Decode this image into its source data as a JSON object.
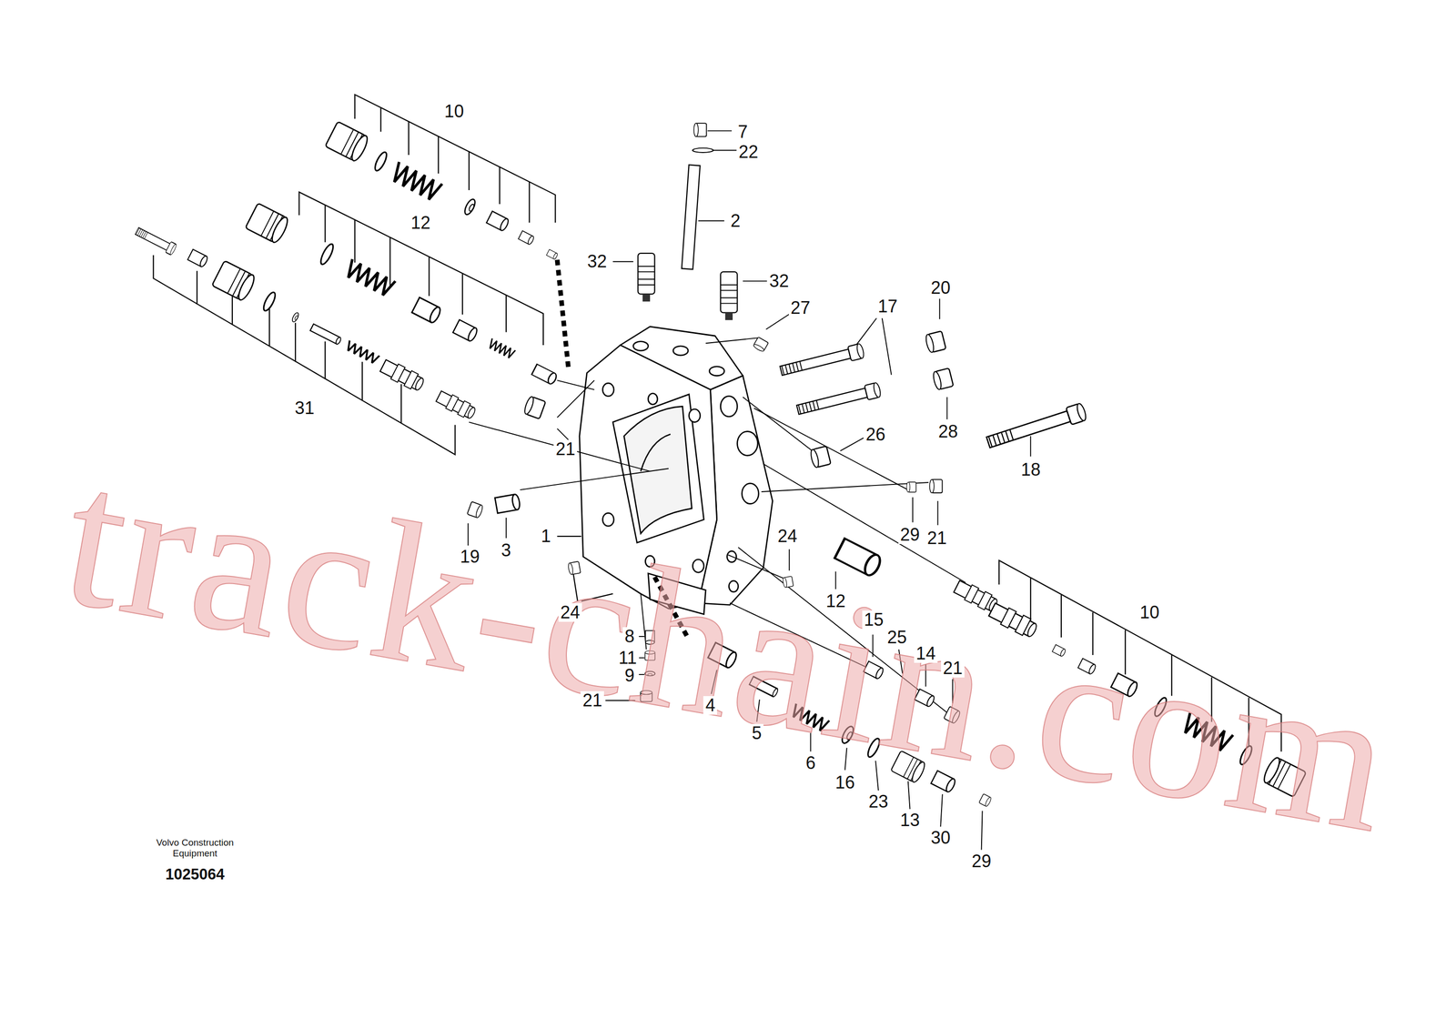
{
  "diagram": {
    "labels": [
      "10",
      "7",
      "22",
      "12",
      "2",
      "32",
      "32",
      "27",
      "17",
      "20",
      "31",
      "21",
      "26",
      "28",
      "18",
      "19",
      "3",
      "1",
      "29",
      "21",
      "24",
      "12",
      "10",
      "24",
      "8",
      "11",
      "9",
      "15",
      "25",
      "14",
      "21",
      "21",
      "4",
      "5",
      "6",
      "16",
      "23",
      "13",
      "30",
      "29",
      "Volvo Construction Equipment",
      "1025064",
      "track-chain.com"
    ]
  }
}
